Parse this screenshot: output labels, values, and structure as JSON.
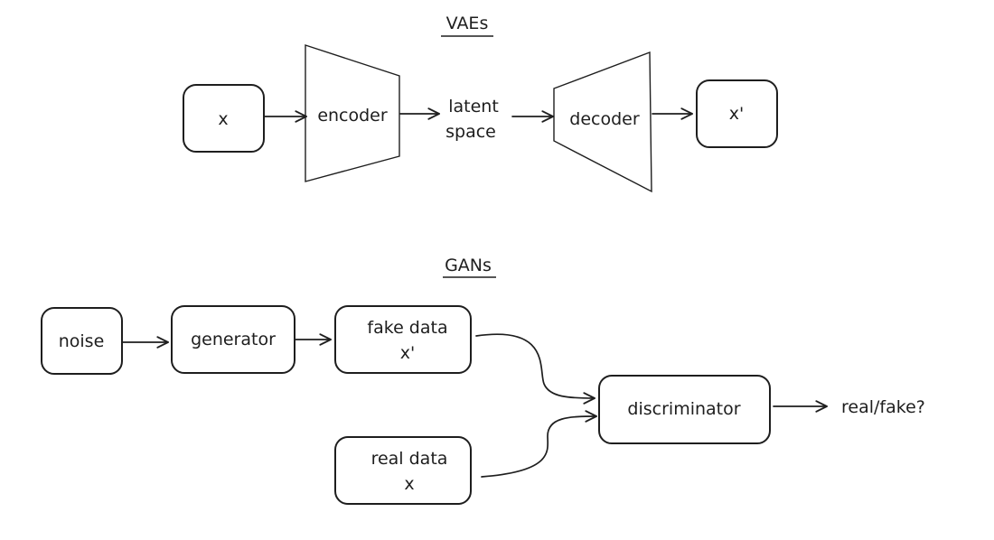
{
  "vae": {
    "title": "VAEs",
    "input": "x",
    "encoder": "encoder",
    "latent_line1": "latent",
    "latent_line2": "space",
    "decoder": "decoder",
    "output": "x'"
  },
  "gan": {
    "title": "GANs",
    "noise": "noise",
    "generator": "generator",
    "fake_line1": "fake data",
    "fake_line2": "x'",
    "real_line1": "real data",
    "real_line2": "x",
    "discriminator": "discriminator",
    "output": "real/fake?"
  }
}
